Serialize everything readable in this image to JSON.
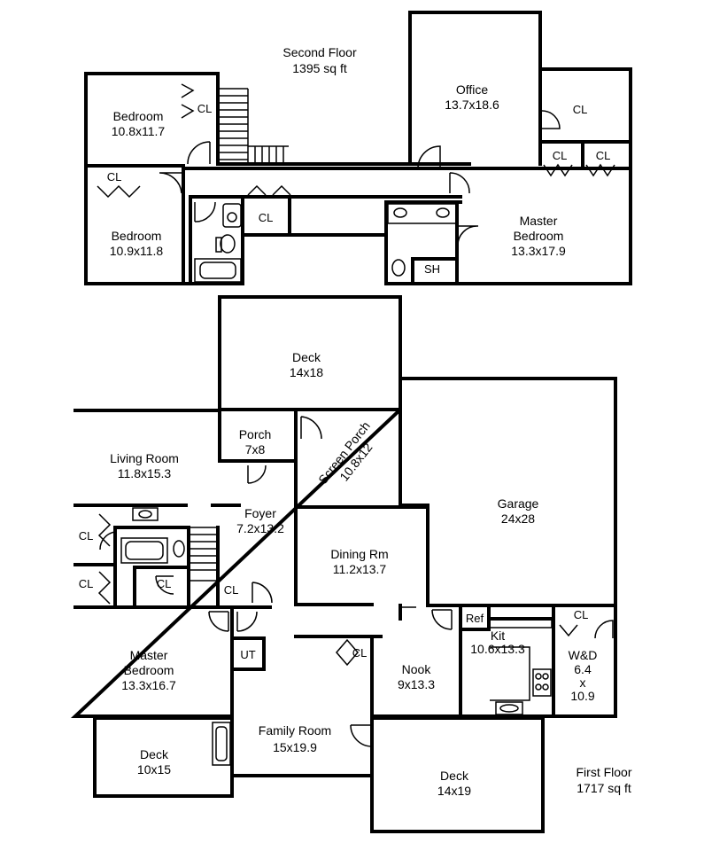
{
  "second_floor": {
    "title": "Second Floor",
    "area": "1395 sq ft",
    "rooms": {
      "bedroom_1": {
        "name": "Bedroom",
        "size": "10.8x11.7"
      },
      "bedroom_2": {
        "name": "Bedroom",
        "size": "10.9x11.8"
      },
      "office": {
        "name": "Office",
        "size": "13.7x18.6"
      },
      "master_bedroom": {
        "name": "Master",
        "name2": "Bedroom",
        "size": "13.3x17.9"
      }
    },
    "closet_label": "CL",
    "shower_label": "SH"
  },
  "first_floor": {
    "title": "First Floor",
    "area": "1717 sq ft",
    "rooms": {
      "deck_top": {
        "name": "Deck",
        "size": "14x18"
      },
      "porch": {
        "name": "Porch",
        "size": "7x8"
      },
      "screen_porch": {
        "name": "Screen Porch",
        "size": "10.8x12"
      },
      "living_room": {
        "name": "Living Room",
        "size": "11.8x15.3"
      },
      "foyer": {
        "name": "Foyer",
        "size": "7.2x13.2"
      },
      "garage": {
        "name": "Garage",
        "size": "24x28"
      },
      "dining": {
        "name": "Dining Rm",
        "size": "11.2x13.7"
      },
      "master_bedroom": {
        "name": "Master",
        "name2": "Bedroom",
        "size": "13.3x16.7"
      },
      "kitchen": {
        "name": "Kit",
        "size": "10.6x13.3"
      },
      "laundry": {
        "name": "W&D",
        "size1": "6.4",
        "x": "x",
        "size2": "10.9"
      },
      "nook": {
        "name": "Nook",
        "size": "9x13.3"
      },
      "family_room": {
        "name": "Family Room",
        "size": "15x19.9"
      },
      "deck_left": {
        "name": "Deck",
        "size": "10x15"
      },
      "deck_bottom": {
        "name": "Deck",
        "size": "14x19"
      }
    },
    "closet_label": "CL",
    "utility_label": "UT",
    "fridge_label": "Ref"
  }
}
